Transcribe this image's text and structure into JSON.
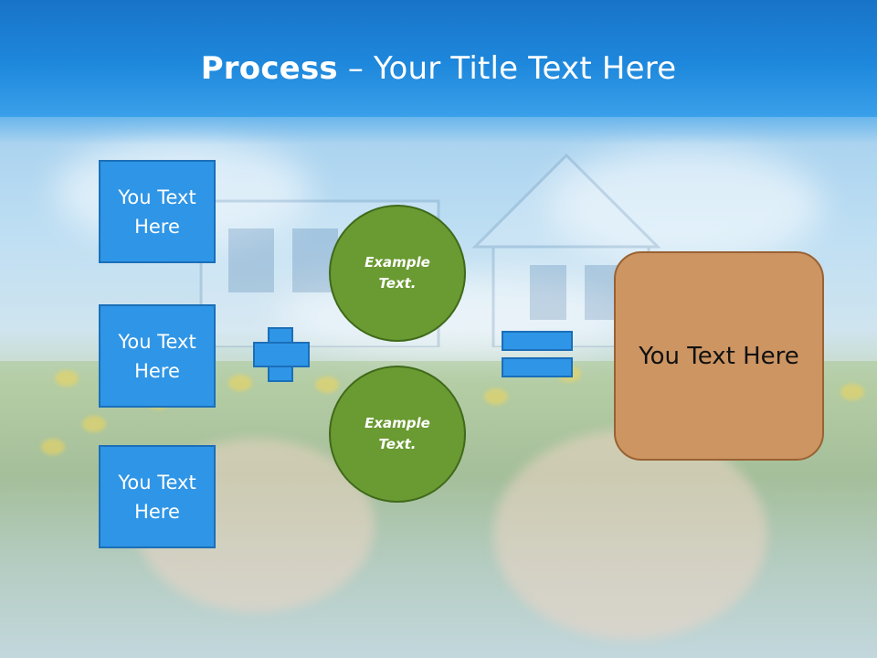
{
  "slide": {
    "title_bold": "Process",
    "title_rest": " – Your Title Text Here"
  },
  "diagram": {
    "inputs": [
      {
        "label": "You Text Here"
      },
      {
        "label": "You Text Here"
      },
      {
        "label": "You Text Here"
      }
    ],
    "operator_plus": "plus",
    "circles": [
      {
        "label": "Example Text."
      },
      {
        "label": "Example Text."
      }
    ],
    "operator_equals": "equals",
    "result": {
      "label": "You Text Here"
    }
  },
  "colors": {
    "header_blue": "#1e88dc",
    "box_blue": "#2f95e6",
    "box_blue_border": "#1b6fb8",
    "circle_green": "#6a9a32",
    "result_orange": "#cd9562"
  },
  "icons": {
    "plus": "plus-icon",
    "equals": "equals-icon"
  }
}
